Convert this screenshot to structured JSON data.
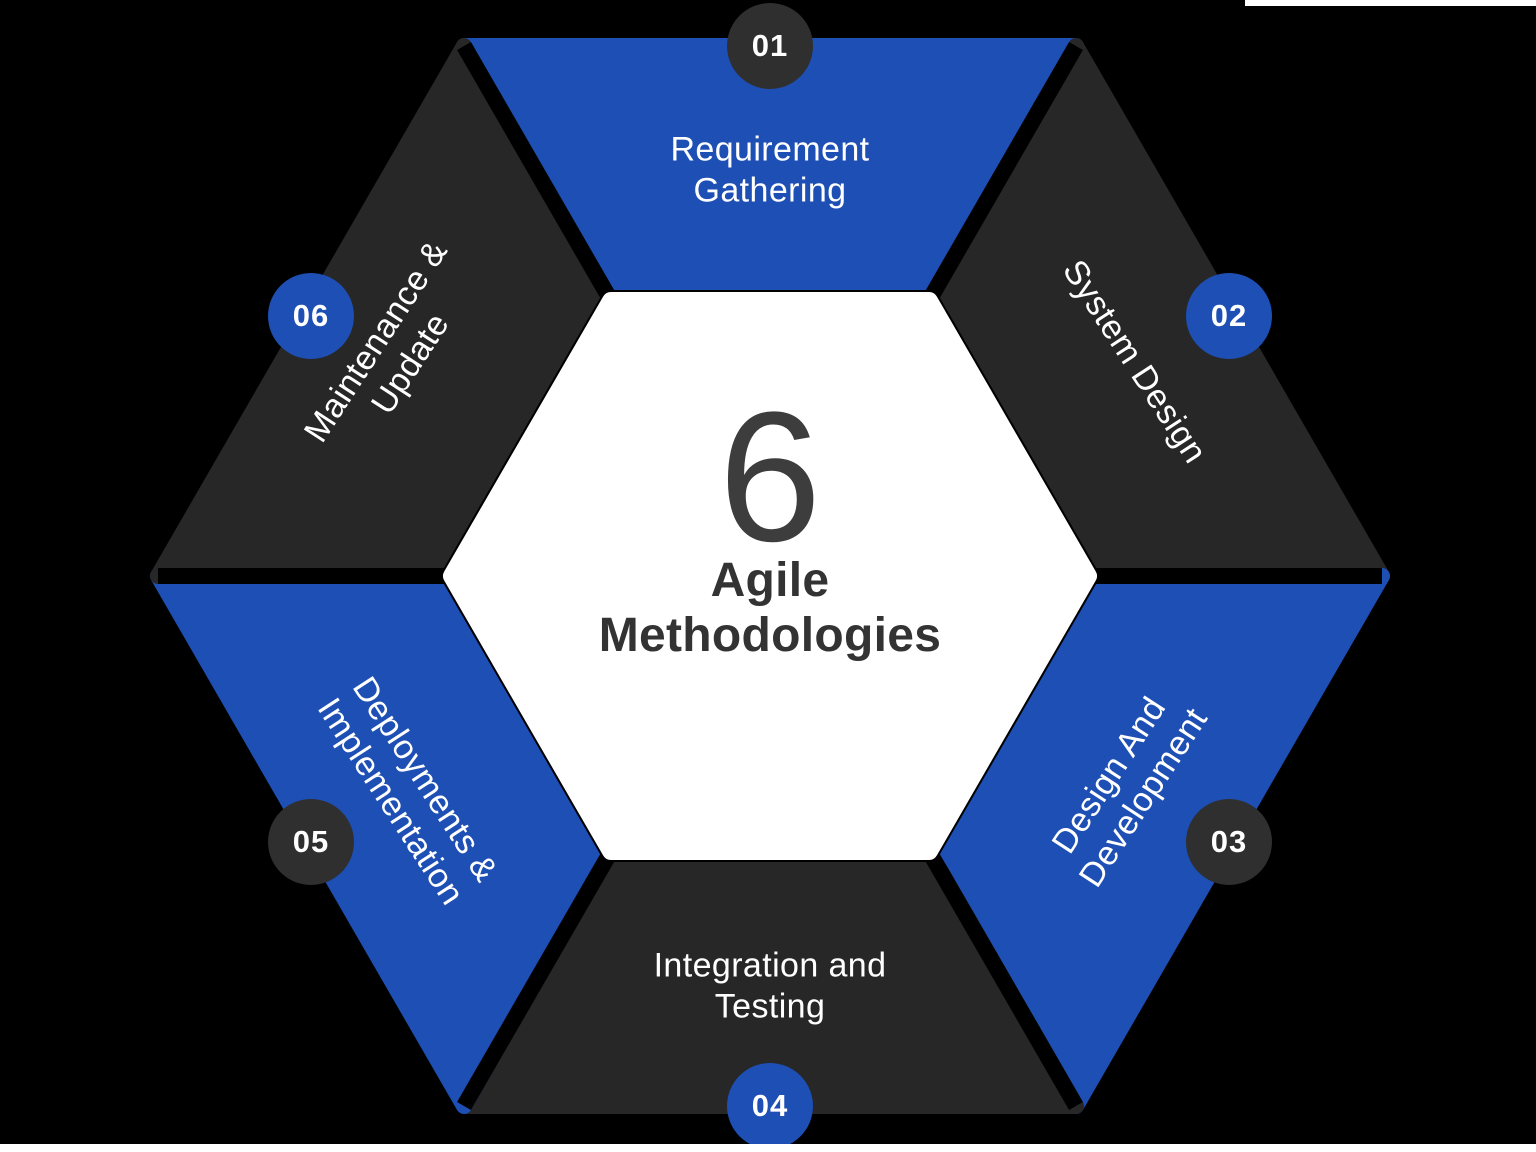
{
  "title": "6 Agile Methodologies hexagon infographic",
  "colors": {
    "background": "#000000",
    "blue": "#1d4fb5",
    "dark_segment": "#272727",
    "badge_dark": "#2f2f2f",
    "white": "#ffffff",
    "center_number_color": "#3d3d3d",
    "center_title_color": "#333333",
    "segment_text_color": "#ffffff"
  },
  "center": {
    "number": "6",
    "title": "Agile Methodologies"
  },
  "segments": [
    {
      "number": "01",
      "label": "Requirement Gathering",
      "color": "blue",
      "badge_color": "dark",
      "position": "top"
    },
    {
      "number": "02",
      "label": "System Design",
      "color": "dark",
      "badge_color": "blue",
      "position": "top-right"
    },
    {
      "number": "03",
      "label": "Design And Development",
      "color": "blue",
      "badge_color": "dark",
      "position": "bottom-right"
    },
    {
      "number": "04",
      "label": "Integration and Testing",
      "color": "dark",
      "badge_color": "blue",
      "position": "bottom"
    },
    {
      "number": "05",
      "label": "Deployments & Implementation",
      "color": "blue",
      "badge_color": "dark",
      "position": "bottom-left"
    },
    {
      "number": "06",
      "label": "Maintenance & Update",
      "color": "dark",
      "badge_color": "blue",
      "position": "top-left"
    }
  ]
}
